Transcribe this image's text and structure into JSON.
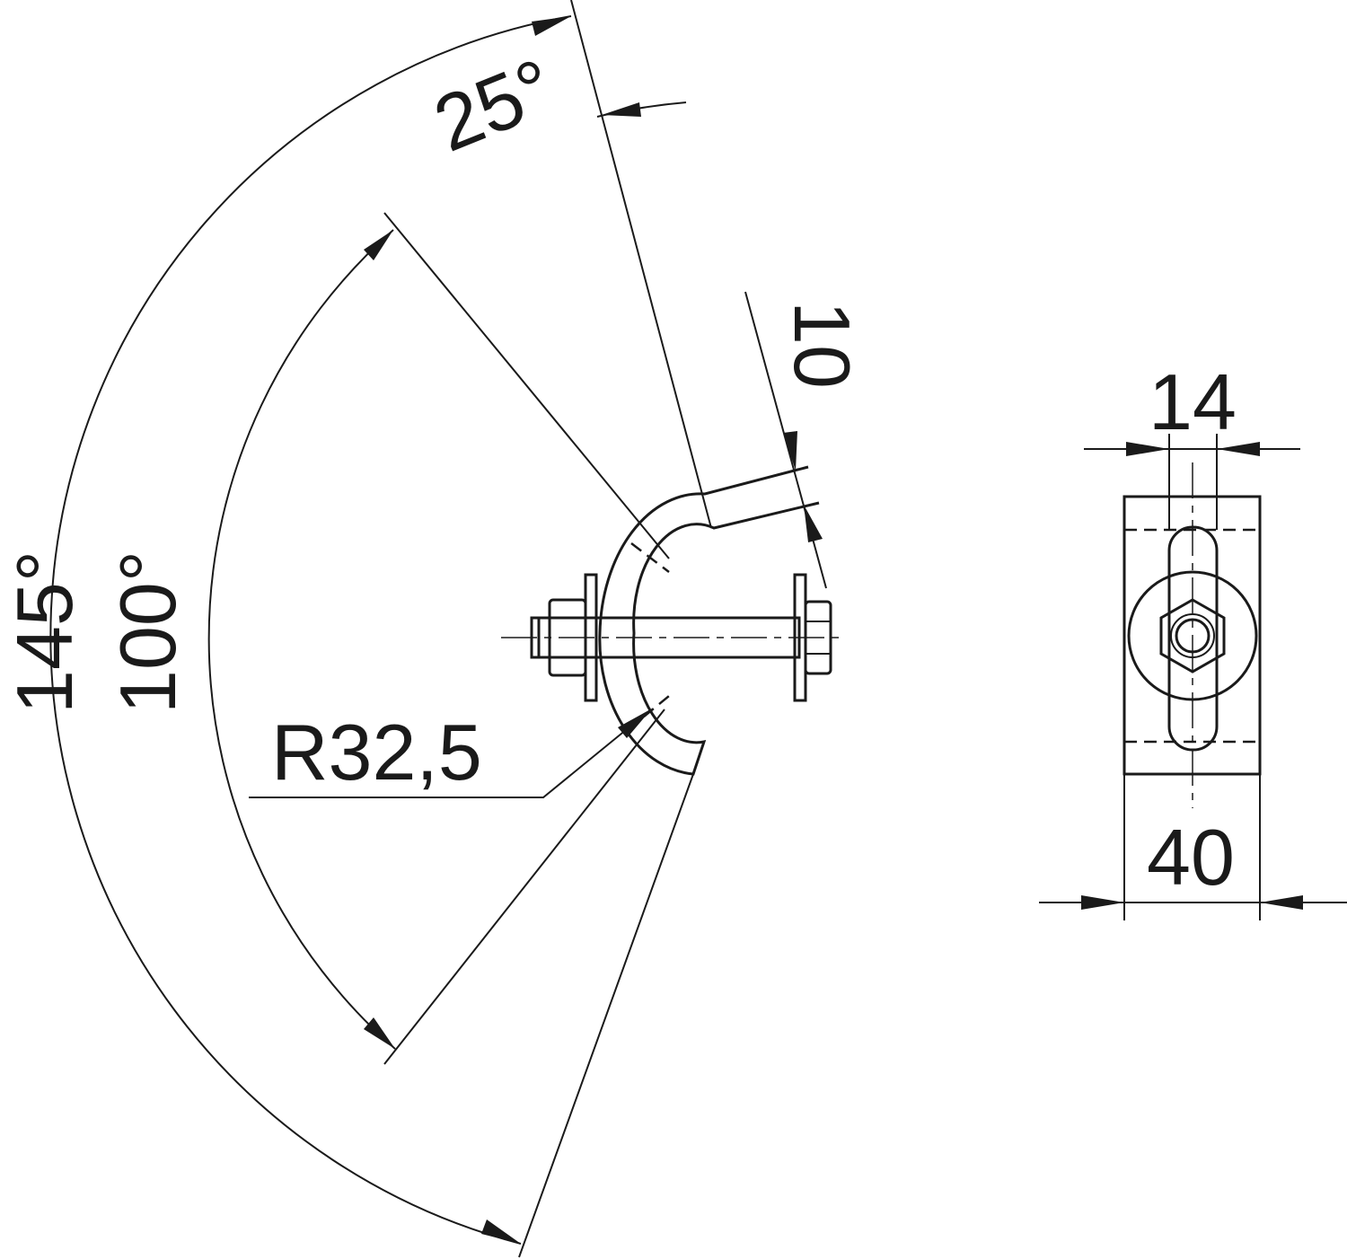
{
  "drawing": {
    "side_view": {
      "angle_outer": "145°",
      "angle_inner": "100°",
      "angle_top": "25°",
      "radius": "R32,5",
      "thickness": "10"
    },
    "front_view": {
      "slot_width": "14",
      "width": "40"
    },
    "line_color": "#1a1a1a"
  }
}
